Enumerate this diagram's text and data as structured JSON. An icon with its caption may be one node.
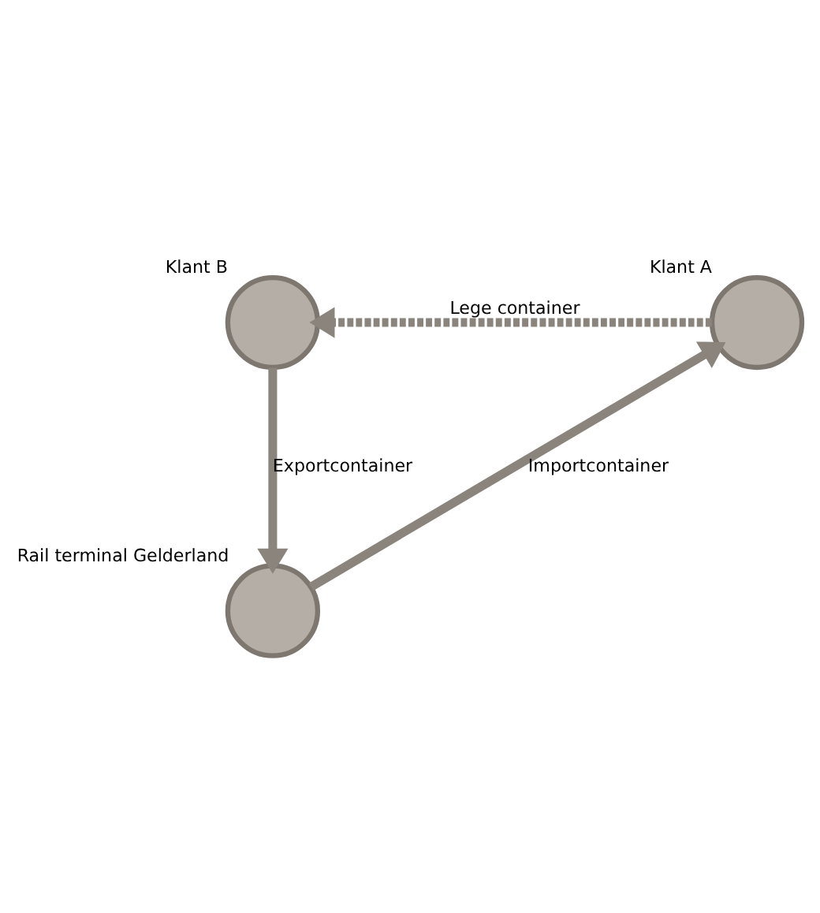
{
  "diagram": {
    "nodes": [
      {
        "text": [
          "Klant B"
        ]
      },
      {
        "text": [
          "Klant A"
        ]
      },
      {
        "text": [
          "Rail terminal Gelderland"
        ]
      }
    ],
    "edges": [
      {
        "from": 1,
        "to": 0,
        "arrow": "to",
        "label": "Lege container",
        "style": "dashed"
      },
      {
        "from": 0,
        "to": 2,
        "arrow": "to",
        "label": "Exportcontainer"
      },
      {
        "from": 2,
        "to": 1,
        "arrow": "to",
        "label": "Importcontainer"
      }
    ]
  }
}
